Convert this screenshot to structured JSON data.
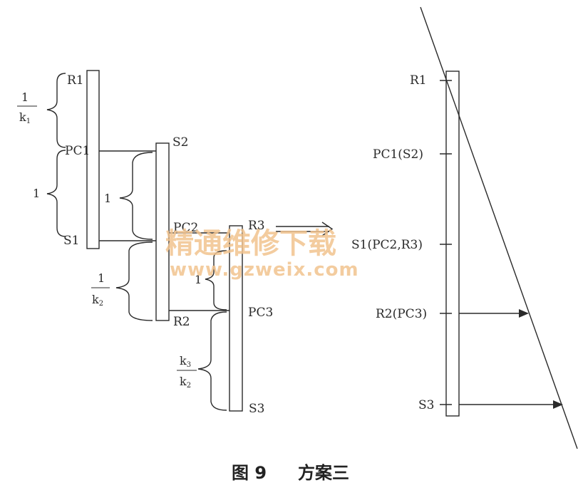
{
  "caption": {
    "figure_no": "图 9",
    "title": "方案三"
  },
  "left_labels": {
    "r1": "R1",
    "pc1": "PC1",
    "s1": "S1",
    "s2": "S2",
    "pc2": "PC2",
    "r2": "R2",
    "r3": "R3",
    "pc3": "PC3",
    "s3": "S3"
  },
  "brackets": {
    "b1": {
      "num": "1",
      "den": "k",
      "den_sub": "1"
    },
    "b2": {
      "text": "1"
    },
    "b3": {
      "text": "1"
    },
    "b4": {
      "num": "1",
      "den": "k",
      "den_sub": "2"
    },
    "b5": {
      "text": "1"
    },
    "b6": {
      "num": "k",
      "num_sub": "3",
      "den": "k",
      "den_sub": "2"
    }
  },
  "right_labels": {
    "r1": "R1",
    "pc1_s2": "PC1(S2)",
    "s1_pc2_r3": "S1(PC2,R3)",
    "r2_pc3": "R2(PC3)",
    "s3": "S3"
  },
  "watermark": {
    "line1": "精通维修下载",
    "line2": "www.gzweix.com"
  },
  "colors": {
    "ink": "#2a2a2a",
    "watermark": "#f2c48f"
  }
}
